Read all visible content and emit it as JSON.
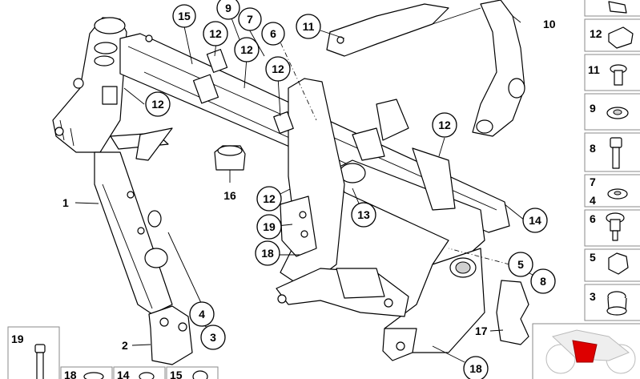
{
  "diagram": {
    "callouts": {
      "c15": "15",
      "c9": "9",
      "c7": "7",
      "c6": "6",
      "c11": "11",
      "c10": "10",
      "c12a": "12",
      "c12b": "12",
      "c12c": "12",
      "c12d": "12",
      "c12e": "12",
      "c12f": "12",
      "c16": "16",
      "c13": "13",
      "c14": "14",
      "c19": "19",
      "c18a": "18",
      "c18b": "18",
      "c1": "1",
      "c2": "2",
      "c3": "3",
      "c4": "4",
      "c5": "5",
      "c8": "8",
      "c17": "17"
    },
    "sidebar": [
      "12",
      "11",
      "9",
      "8",
      "7",
      "4",
      "6",
      "5",
      "3"
    ],
    "bottom_box": [
      "19",
      "18",
      "14",
      "15"
    ]
  }
}
